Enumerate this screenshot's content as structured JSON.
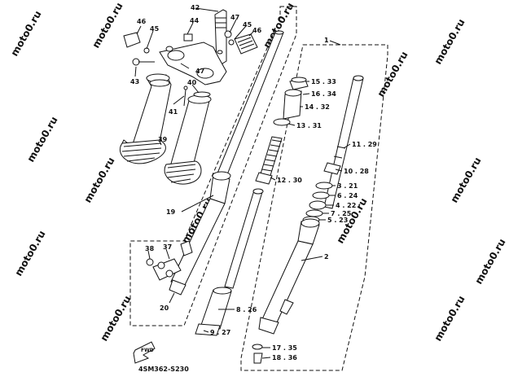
{
  "watermark": "moto0.ru",
  "figure_code": "4SM362-S230",
  "fwd_label": "FWD",
  "colors": {
    "ink": "#111111",
    "background": "#ffffff",
    "watermark": "#cfd5dc"
  },
  "callouts": {
    "c1": "1",
    "c2": "2",
    "c3": "3 . 21",
    "c4": "4 . 22",
    "c5": "5 . 23",
    "c6": "6 . 24",
    "c7": "7 . 25",
    "c8": "8 . 26",
    "c9": "9 . 27",
    "c10": "10 . 28",
    "c11": "11 . 29",
    "c12": "12 . 30",
    "c13": "13 . 31",
    "c14": "14 . 32",
    "c15": "15 . 33",
    "c16": "16 . 34",
    "c17": "17 . 35",
    "c18": "18 . 36",
    "c19": "19",
    "c20": "20",
    "c37": "37",
    "c38": "38",
    "c39": "39",
    "c40": "40",
    "c41": "41",
    "c42": "42",
    "c43": "43",
    "c44": "44",
    "c45a": "45",
    "c45b": "45",
    "c46a": "46",
    "c46b": "46",
    "c47a": "47",
    "c47b": "47"
  }
}
